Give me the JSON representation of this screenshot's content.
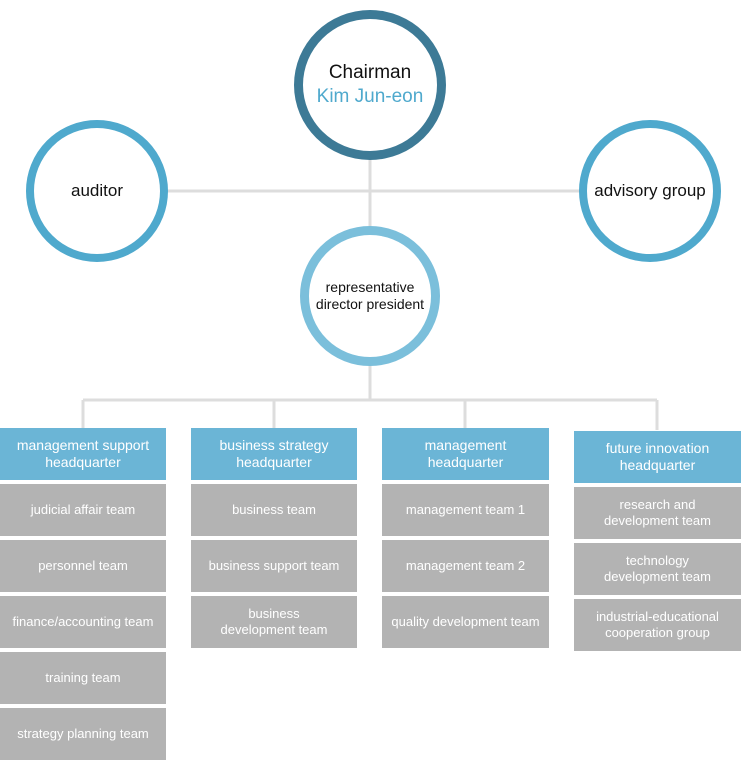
{
  "chairman": {
    "title": "Chairman",
    "name": "Kim Jun-eon"
  },
  "auditor": "auditor",
  "advisory": "advisory group",
  "representative": "representative\ndirector president",
  "colors": {
    "chair_ring": "#3d7a96",
    "side_ring": "#4fa9cd",
    "rep_ring": "#7bbfdb",
    "header": "#6bb5d6",
    "team": "#b3b3b3",
    "connector": "#dddddd"
  },
  "headquarters": [
    {
      "name": "management support\nheadquarter",
      "teams": [
        "judicial affair team",
        "personnel team",
        "finance/accounting team",
        "training team",
        "strategy planning team"
      ]
    },
    {
      "name": "business strategy\nheadquarter",
      "teams": [
        "business team",
        "business support team",
        "business\ndevelopment team"
      ]
    },
    {
      "name": "management\nheadquarter",
      "teams": [
        "management team 1",
        "management team 2",
        "quality development team"
      ]
    },
    {
      "name": "future innovation\nheadquarter",
      "teams": [
        "research and\ndevelopment team",
        "technology\ndevelopment team",
        "industrial-educational\ncooperation group"
      ]
    }
  ]
}
